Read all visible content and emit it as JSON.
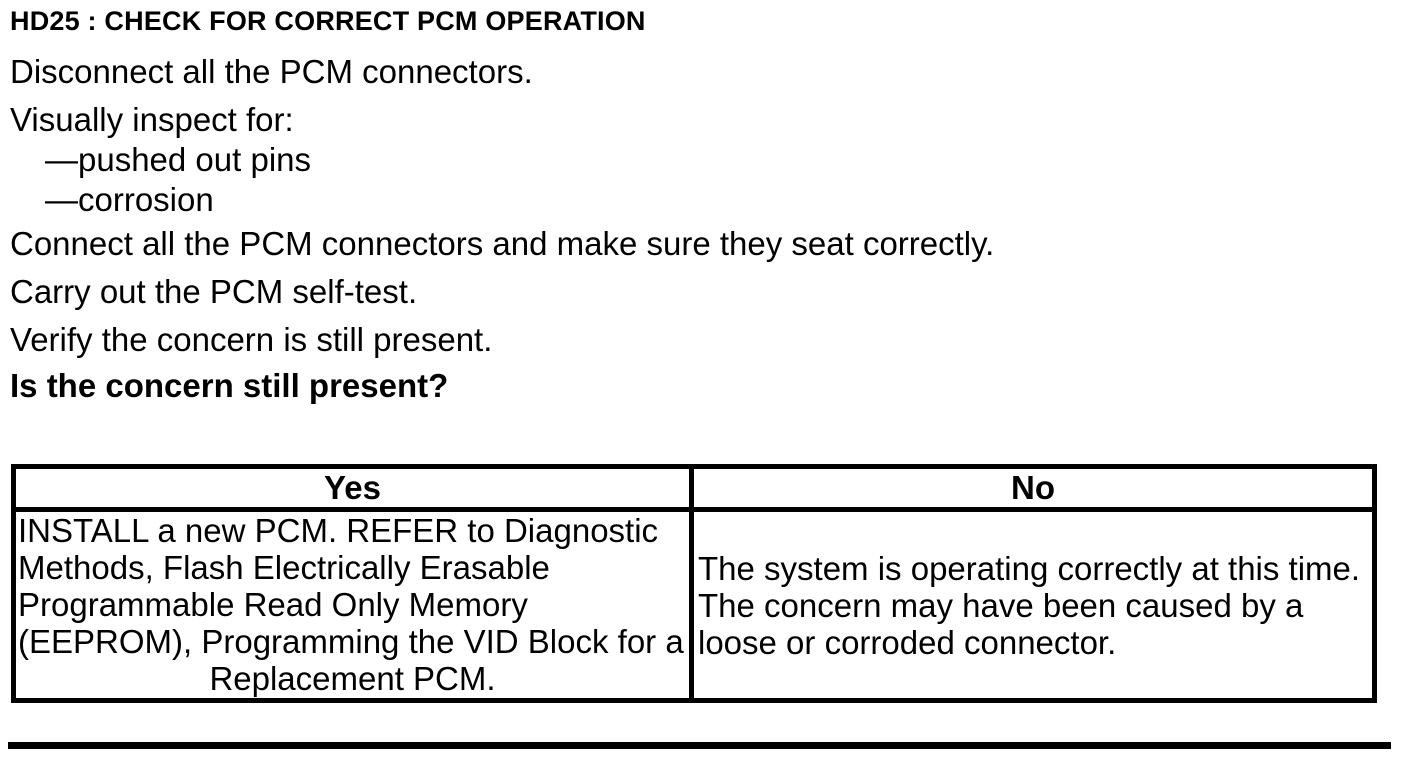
{
  "header": {
    "title": "HD25 : CHECK FOR CORRECT PCM OPERATION"
  },
  "procedure": {
    "lines": [
      "Disconnect all the PCM connectors.",
      "Visually inspect for:",
      "—pushed out pins",
      "—corrosion",
      "Connect all the PCM connectors and make sure they seat correctly.",
      "Carry out the PCM self-test.",
      "Verify the concern is still present.",
      "Is the concern still present?"
    ]
  },
  "table": {
    "headers": [
      "Yes",
      "No"
    ],
    "yes_cell": {
      "lines": [
        "INSTALL a new PCM. REFER to Diagnostic",
        "Methods, Flash Electrically Erasable",
        "Programmable Read Only Memory",
        "(EEPROM), Programming the VID Block for a",
        "Replacement PCM."
      ]
    },
    "no_cell": {
      "lines": [
        "The system is operating correctly at this time.",
        "The concern may have been caused by a",
        "loose or corroded connector."
      ]
    }
  },
  "colors": {
    "text": "#000000",
    "background": "#ffffff",
    "border": "#000000"
  }
}
